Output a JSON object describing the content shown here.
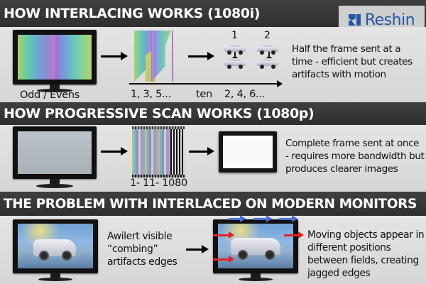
{
  "logo": {
    "text": "Reshin",
    "icon": "reshin-logo-mark",
    "color": "#2457a6"
  },
  "sections": [
    {
      "title": "HOW INTERLACING WORKS  (1080i)",
      "monitor_caption": "Odd  /  Evens",
      "timeline_left": "1,   3,   5...",
      "timeline_mid": "ten",
      "timeline_right": "2,   4,   6...",
      "field_labels": [
        "1",
        "2"
      ],
      "description": "Half the frame sent at a time - efficient but creates artifacts with motion"
    },
    {
      "title": "HOW PROGRESSIVE SCAN WORKS (1080p)",
      "lines_caption": "1- 11- 1080",
      "description": "Complete frame sent at once - requires more bandwidth but produces clearer images"
    },
    {
      "title": "THE PROBLEM WITH INTERLACED ON MODERN MONITORS",
      "left_description": "Awilert visible “combing” artifacts edges",
      "right_description": "Moving objects appear in different positions between fields, creating jagged edges"
    }
  ],
  "colors": {
    "band": "#333333",
    "panel": "#dddddd",
    "arrow": "#000000",
    "red_arrow": "#e02424",
    "blue_arrow": "#4a6fd8"
  }
}
